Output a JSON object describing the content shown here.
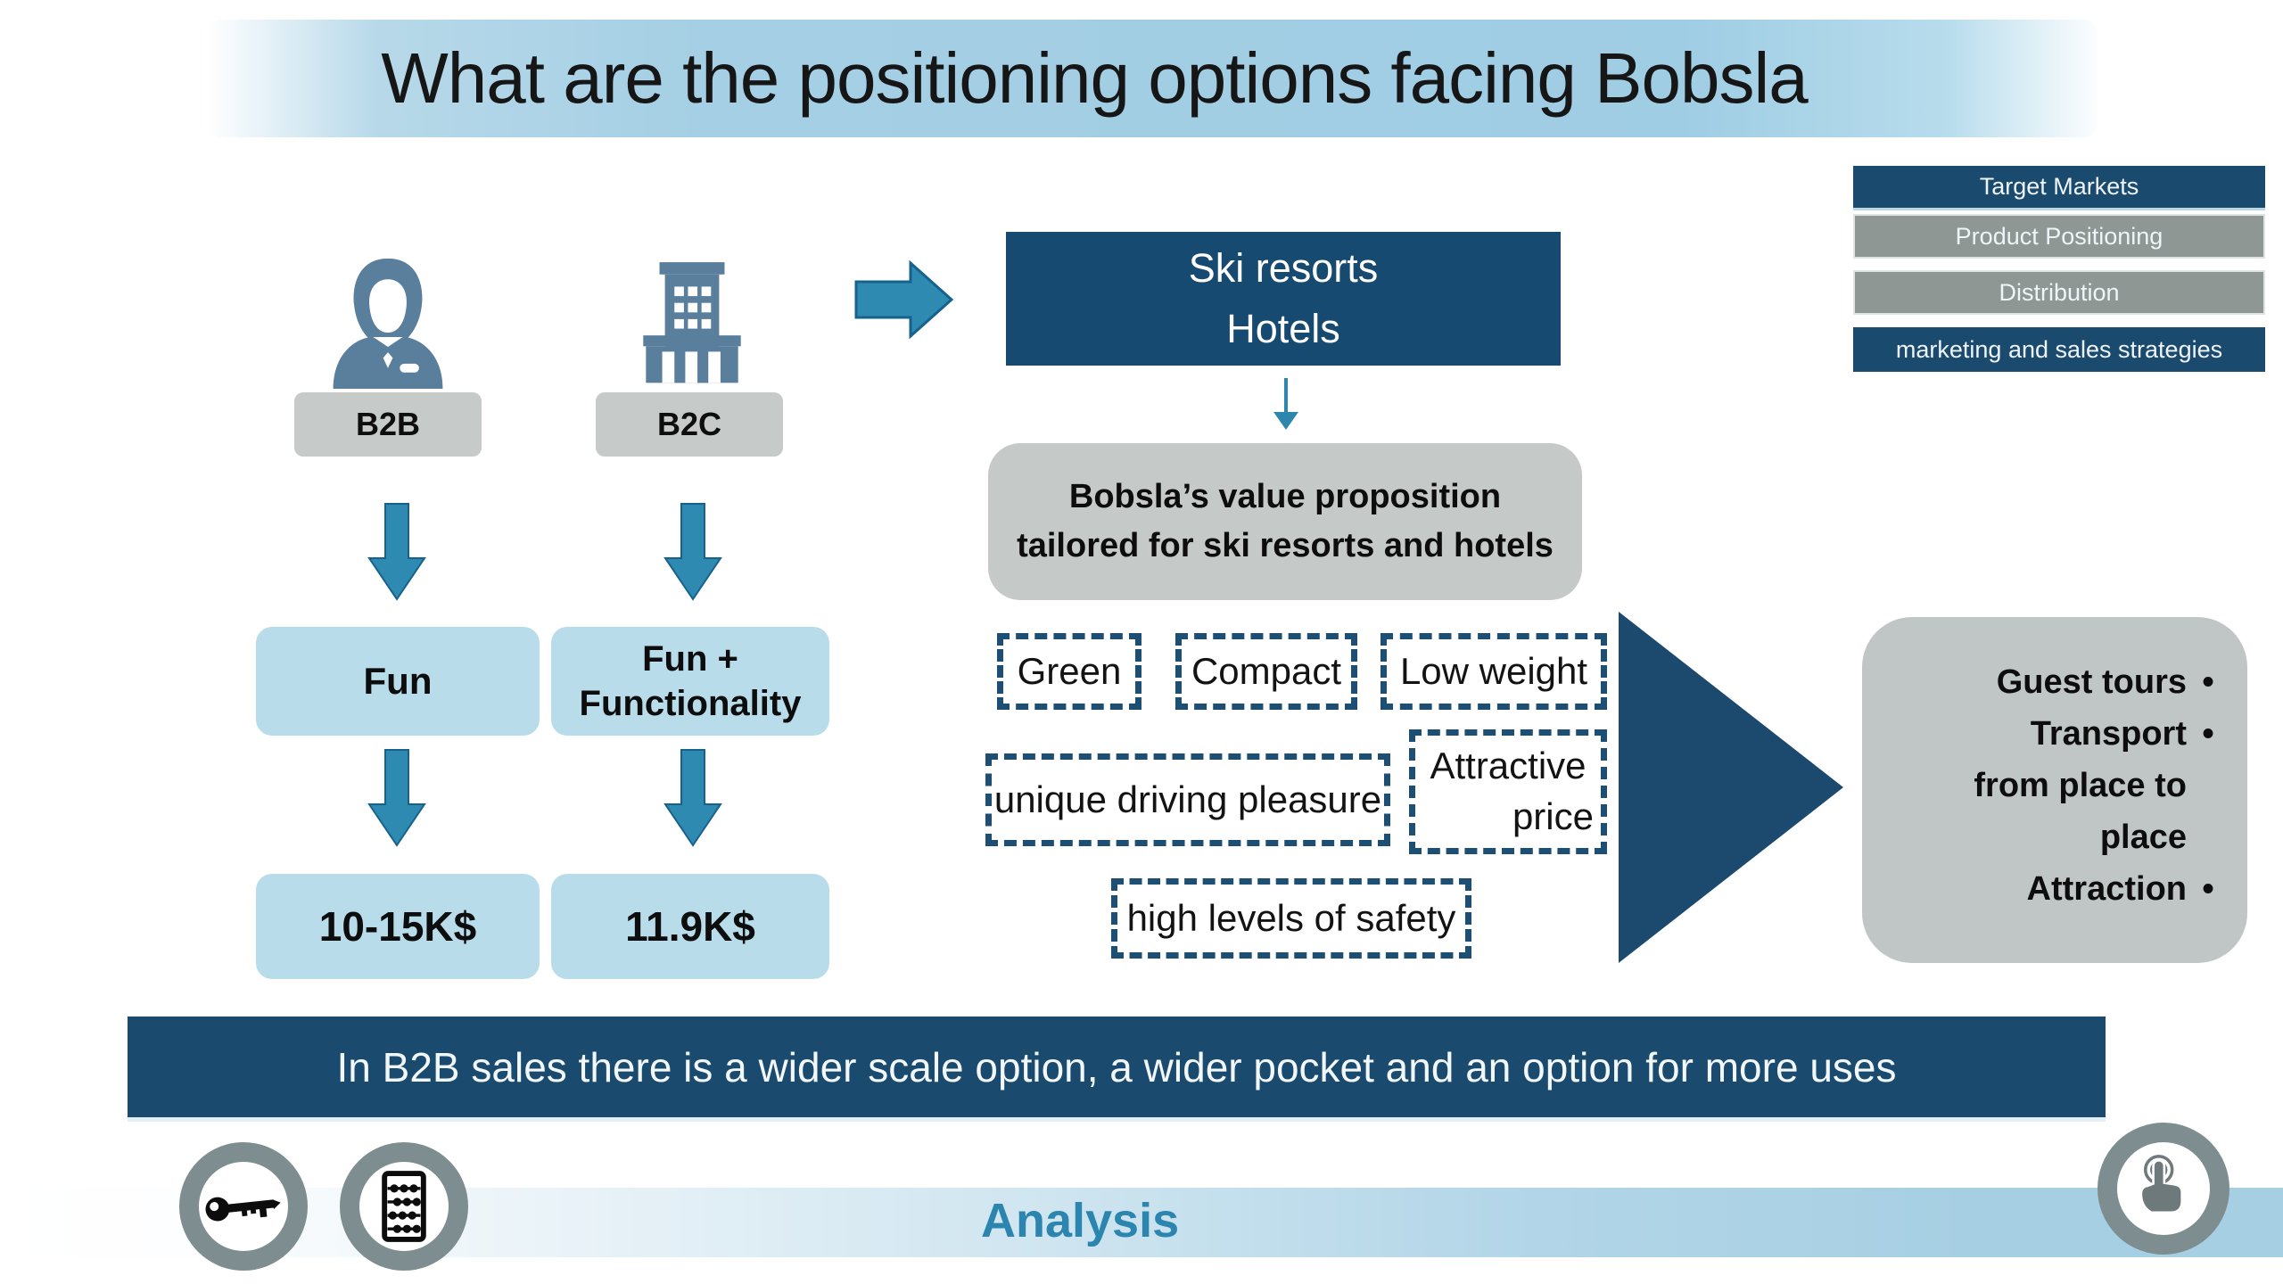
{
  "slide": {
    "title": "What are the positioning options facing Bobsla"
  },
  "legend": {
    "items": [
      {
        "label": "Target Markets",
        "variant": "navy"
      },
      {
        "label": "Product Positioning",
        "variant": "gray"
      },
      {
        "label": "Distribution",
        "variant": "gray"
      },
      {
        "label": "marketing and sales strategies",
        "variant": "navy"
      }
    ]
  },
  "segments": {
    "b2b": {
      "label": "B2B",
      "value_line1": "Fun",
      "value_line2": "",
      "price": "10-15K$"
    },
    "b2c": {
      "label": "B2C",
      "value_line1": "Fun +",
      "value_line2": "Functionality",
      "price": "11.9K$"
    }
  },
  "target_market_box": {
    "line1": "Ski resorts",
    "line2": "Hotels"
  },
  "value_proposition": {
    "text": "Bobsla’s value proposition tailored for ski resorts and hotels"
  },
  "features": {
    "green": "Green",
    "compact": "Compact",
    "low_weight": "Low weight",
    "driving_pleasure": "unique driving pleasure",
    "attractive_line1": "Attractive",
    "attractive_line2": "price",
    "safety": "high levels of safety"
  },
  "outcomes": {
    "lines": [
      {
        "text": "Guest tours",
        "bullet": "•"
      },
      {
        "text": "Transport",
        "bullet": "•"
      },
      {
        "text": "from place to",
        "bullet": ""
      },
      {
        "text": "place",
        "bullet": ""
      },
      {
        "text": "Attraction",
        "bullet": "•"
      }
    ]
  },
  "banner": {
    "text": "In B2B sales there is a wider scale option, a wider pocket and an option for more uses"
  },
  "footer": {
    "label": "Analysis",
    "icons": [
      "key-icon",
      "abacus-icon",
      "touch-gesture-icon"
    ]
  },
  "colors": {
    "navy": "#1b4a6f",
    "arrow_teal": "#2e8ab0",
    "light_blue_box": "#b9dcea",
    "title_band_blue": "#a5cfe4",
    "chip_gray": "#c6cac9",
    "legend_gray": "#8e9794",
    "analysis_teal": "#2b85ae",
    "ring_gray": "#7e8d90",
    "icon_slate": "#5a7f9d",
    "dash_navy": "#1d4f74"
  }
}
